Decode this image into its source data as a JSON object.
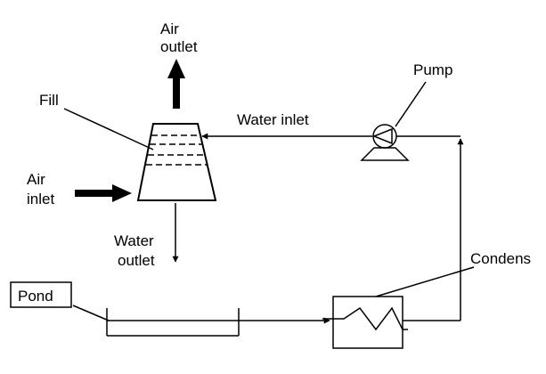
{
  "labels": {
    "air_outlet_1": "Air",
    "air_outlet_2": "outlet",
    "fill": "Fill",
    "air_inlet_1": "Air",
    "air_inlet_2": "inlet",
    "water_outlet_1": "Water",
    "water_outlet_2": "outlet",
    "water_inlet": "Water inlet",
    "pump": "Pump",
    "condenser": "Condens",
    "pond": "Pond"
  },
  "colors": {
    "stroke": "#000000",
    "background": "#ffffff"
  }
}
